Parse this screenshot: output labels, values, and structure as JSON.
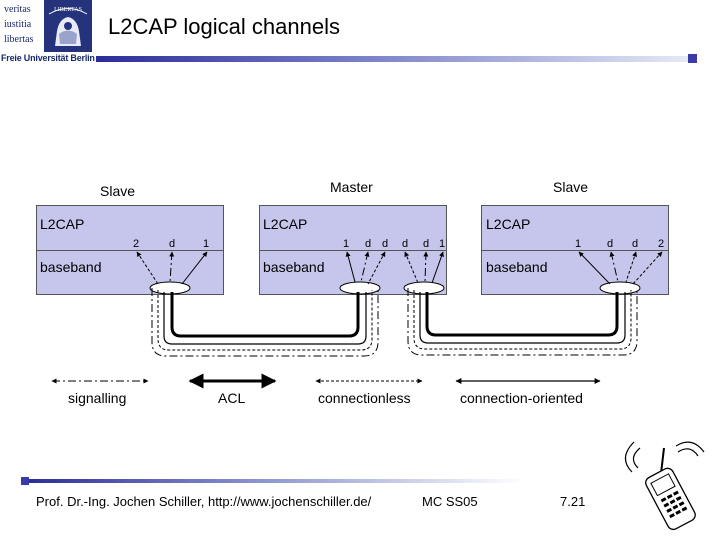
{
  "header": {
    "title": "L2CAP logical channels",
    "logo": {
      "motto_lines": [
        "veritas",
        "iustitia",
        "libertas"
      ],
      "seal_text": "LIBERTAS",
      "university": "Freie Universität Berlin"
    }
  },
  "diagram": {
    "devices": [
      {
        "role": "Slave",
        "upper_label": "L2CAP",
        "lower_label": "baseband",
        "channels": [
          "2",
          "d",
          "1"
        ]
      },
      {
        "role": "Master",
        "upper_label": "L2CAP",
        "lower_label": "baseband",
        "channels": [
          "1",
          "d",
          "d",
          "d",
          "d",
          "1"
        ]
      },
      {
        "role": "Slave",
        "upper_label": "L2CAP",
        "lower_label": "baseband",
        "channels": [
          "1",
          "d",
          "d",
          "2"
        ]
      }
    ],
    "legend": [
      {
        "label": "signalling",
        "line_style": "dash-dot"
      },
      {
        "label": "ACL",
        "line_style": "thick-solid"
      },
      {
        "label": "connectionless",
        "line_style": "dashed"
      },
      {
        "label": "connection-oriented",
        "line_style": "solid"
      }
    ]
  },
  "footer": {
    "author": "Prof. Dr.-Ing. Jochen Schiller, http://www.jochenschiller.de/",
    "course": "MC SS05",
    "page": "7.21"
  },
  "colors": {
    "accent": "#3a3aa8",
    "device_fill": "#c6c6ec",
    "logo_blue": "#1a2a6e"
  },
  "icons": [
    "university-seal-icon",
    "mobile-phone-icon"
  ]
}
